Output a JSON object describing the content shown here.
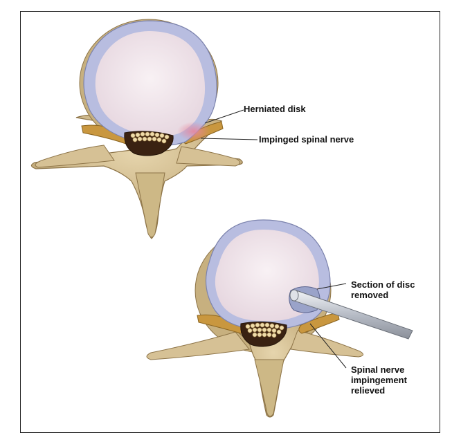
{
  "top_figure": {
    "callouts": [
      {
        "id": "herniated",
        "text": "Herniated disk"
      },
      {
        "id": "impinged",
        "text": "Impinged spinal nerve"
      }
    ]
  },
  "bottom_figure": {
    "callouts": [
      {
        "id": "section",
        "text": "Section of disc\nremoved"
      },
      {
        "id": "relieved",
        "text": "Spinal nerve\nimpingement\nrelieved"
      }
    ]
  },
  "colors": {
    "bone": "#d8c49a",
    "bone_shadow": "#a88f5f",
    "disc_ring": "#b9bedd",
    "disc_nucleus": "#f1e4ea",
    "nerve": "#c89a4a",
    "canal": "#3a2212",
    "nerve_fibers": "#efe0b0",
    "inflamed": "#e08aa0",
    "instrument": "#c8ccd4"
  }
}
